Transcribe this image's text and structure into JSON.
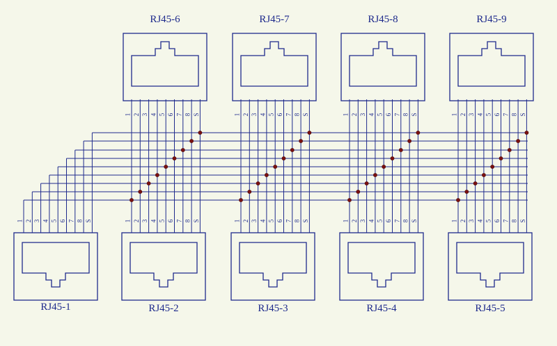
{
  "diagram": {
    "pins": [
      "1",
      "2",
      "3",
      "4",
      "5",
      "6",
      "7",
      "8",
      "S"
    ],
    "top_jacks": [
      {
        "label": "RJ45-6"
      },
      {
        "label": "RJ45-7"
      },
      {
        "label": "RJ45-8"
      },
      {
        "label": "RJ45-9"
      }
    ],
    "bottom_jacks": [
      {
        "label": "RJ45-1"
      },
      {
        "label": "RJ45-2"
      },
      {
        "label": "RJ45-3"
      },
      {
        "label": "RJ45-4"
      },
      {
        "label": "RJ45-5"
      }
    ],
    "colors": {
      "background": "#f5f7ea",
      "wire": "#1e2a8c",
      "junction": "#7a1010"
    }
  }
}
